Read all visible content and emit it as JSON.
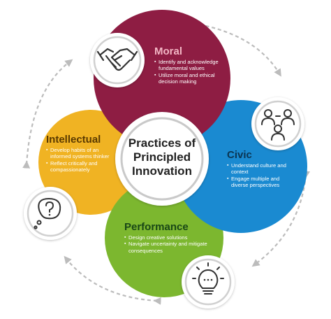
{
  "center": {
    "line1": "Practices of",
    "line2": "Principled",
    "line3": "Innovation"
  },
  "sections": {
    "moral": {
      "title": "Moral",
      "color": "#8e1d43",
      "icon": "handshake-icon",
      "bullets": [
        "Identify and acknowledge fundamental values",
        "Utilize moral and ethical decision making"
      ]
    },
    "intellectual": {
      "title": "Intellectual",
      "color": "#f0b323",
      "icon": "question-thought-bubble-icon",
      "bullets": [
        "Develop habits of an informed systems thinker",
        "Reflect critically and compassionately"
      ]
    },
    "civic": {
      "title": "Civic",
      "color": "#1a8ad1",
      "icon": "people-group-icon",
      "bullets": [
        "Understand culture and context",
        "Engage multiple and diverse perspectives"
      ]
    },
    "performance": {
      "title": "Performance",
      "color": "#7cb72f",
      "icon": "lightbulb-icon",
      "bullets": [
        "Design creative solutions",
        "Navigate uncertainty and mitigate consequences"
      ]
    }
  },
  "arrow_color": "#bcbcbc"
}
